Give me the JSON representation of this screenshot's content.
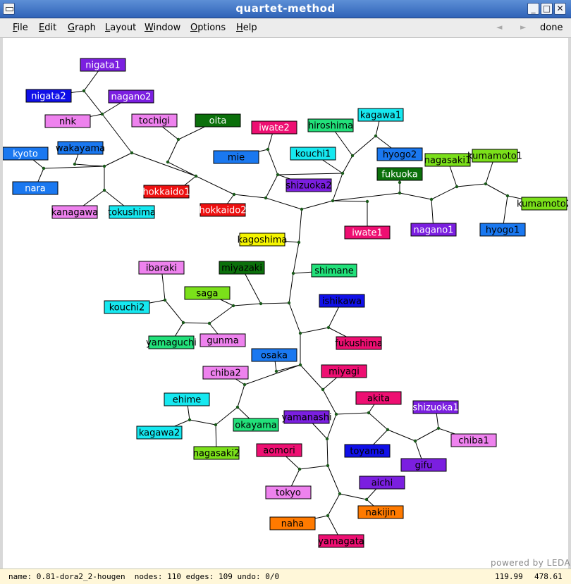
{
  "window": {
    "title": "quartet-method",
    "minimize_label": "_",
    "maximize_label": "□",
    "close_label": "✕"
  },
  "menu": {
    "items": [
      {
        "accel": "F",
        "rest": "ile"
      },
      {
        "accel": "E",
        "rest": "dit"
      },
      {
        "accel": "G",
        "rest": "raph"
      },
      {
        "accel": "L",
        "rest": "ayout"
      },
      {
        "accel": "W",
        "rest": "indow"
      },
      {
        "accel": "O",
        "rest": "ptions"
      },
      {
        "accel": "H",
        "rest": "elp"
      }
    ],
    "back_icon": "◄",
    "forward_icon": "►",
    "done_label": "done"
  },
  "graph": {
    "node_color": "#1a5a1a",
    "nodes": [
      {
        "label": "nigata1",
        "color": "#7b1fe0",
        "text": "#ffffff"
      },
      {
        "label": "nigata2",
        "color": "#1010e8",
        "text": "#ffffff"
      },
      {
        "label": "nagano2",
        "color": "#7b1fe0",
        "text": "#ffffff"
      },
      {
        "label": "nhk",
        "color": "#ee82ee",
        "text": "#000000"
      },
      {
        "label": "tochigi",
        "color": "#ee82ee",
        "text": "#000000"
      },
      {
        "label": "oita",
        "color": "#0b700b",
        "text": "#ffffff"
      },
      {
        "label": "iwate2",
        "color": "#ee0f72",
        "text": "#ffffff"
      },
      {
        "label": "hiroshima",
        "color": "#22e07a",
        "text": "#000000"
      },
      {
        "label": "kagawa1",
        "color": "#16e8f0",
        "text": "#000000"
      },
      {
        "label": "kyoto",
        "color": "#1a78f0",
        "text": "#ffffff"
      },
      {
        "label": "wakayama",
        "color": "#1a78f0",
        "text": "#000000"
      },
      {
        "label": "mie",
        "color": "#1a78f0",
        "text": "#000000"
      },
      {
        "label": "kouchi1",
        "color": "#16e8f0",
        "text": "#000000"
      },
      {
        "label": "hyogo2",
        "color": "#1a78f0",
        "text": "#000000"
      },
      {
        "label": "nagasaki1",
        "color": "#7be01a",
        "text": "#000000"
      },
      {
        "label": "kumamoto1",
        "color": "#7be01a",
        "text": "#000000"
      },
      {
        "label": "nara",
        "color": "#1a78f0",
        "text": "#ffffff"
      },
      {
        "label": "fukuoka",
        "color": "#0b700b",
        "text": "#ffffff"
      },
      {
        "label": "hokkaido1",
        "color": "#ee1010",
        "text": "#ffffff"
      },
      {
        "label": "shizuoka2",
        "color": "#7b1fe0",
        "text": "#000000"
      },
      {
        "label": "kumamoto2",
        "color": "#7be01a",
        "text": "#000000"
      },
      {
        "label": "kanagawa",
        "color": "#ee82ee",
        "text": "#000000"
      },
      {
        "label": "tokushima",
        "color": "#16e8f0",
        "text": "#000000"
      },
      {
        "label": "hokkaido2",
        "color": "#ee1010",
        "text": "#ffffff"
      },
      {
        "label": "iwate1",
        "color": "#ee0f72",
        "text": "#ffffff"
      },
      {
        "label": "nagano1",
        "color": "#7b1fe0",
        "text": "#ffffff"
      },
      {
        "label": "hyogo1",
        "color": "#1a78f0",
        "text": "#000000"
      },
      {
        "label": "kagoshima",
        "color": "#f5f500",
        "text": "#000000"
      },
      {
        "label": "ibaraki",
        "color": "#ee82ee",
        "text": "#000000"
      },
      {
        "label": "miyazaki",
        "color": "#0b700b",
        "text": "#000000"
      },
      {
        "label": "shimane",
        "color": "#22e07a",
        "text": "#000000"
      },
      {
        "label": "saga",
        "color": "#7be01a",
        "text": "#000000"
      },
      {
        "label": "ishikawa",
        "color": "#1010e8",
        "text": "#000000"
      },
      {
        "label": "kouchi2",
        "color": "#16e8f0",
        "text": "#000000"
      },
      {
        "label": "yamaguchi",
        "color": "#22e07a",
        "text": "#000000"
      },
      {
        "label": "gunma",
        "color": "#ee82ee",
        "text": "#000000"
      },
      {
        "label": "fukushima",
        "color": "#ee0f72",
        "text": "#000000"
      },
      {
        "label": "osaka",
        "color": "#1a78f0",
        "text": "#000000"
      },
      {
        "label": "chiba2",
        "color": "#ee82ee",
        "text": "#000000"
      },
      {
        "label": "miyagi",
        "color": "#ee0f72",
        "text": "#000000"
      },
      {
        "label": "ehime",
        "color": "#16e8f0",
        "text": "#000000"
      },
      {
        "label": "akita",
        "color": "#ee0f72",
        "text": "#000000"
      },
      {
        "label": "shizuoka1",
        "color": "#7b1fe0",
        "text": "#ffffff"
      },
      {
        "label": "yamanashi",
        "color": "#7b1fe0",
        "text": "#000000"
      },
      {
        "label": "okayama",
        "color": "#22e07a",
        "text": "#000000"
      },
      {
        "label": "kagawa2",
        "color": "#16e8f0",
        "text": "#000000"
      },
      {
        "label": "chiba1",
        "color": "#ee82ee",
        "text": "#000000"
      },
      {
        "label": "toyama",
        "color": "#1010e8",
        "text": "#000000"
      },
      {
        "label": "nagasaki2",
        "color": "#7be01a",
        "text": "#000000"
      },
      {
        "label": "aomori",
        "color": "#ee0f72",
        "text": "#000000"
      },
      {
        "label": "gifu",
        "color": "#7b1fe0",
        "text": "#000000"
      },
      {
        "label": "aichi",
        "color": "#7b1fe0",
        "text": "#000000"
      },
      {
        "label": "tokyo",
        "color": "#ee82ee",
        "text": "#000000"
      },
      {
        "label": "nakijin",
        "color": "#ff7a00",
        "text": "#000000"
      },
      {
        "label": "naha",
        "color": "#ff7a00",
        "text": "#000000"
      },
      {
        "label": "yamagata",
        "color": "#ee0f72",
        "text": "#000000"
      }
    ]
  },
  "watermark": "powered by LEDA",
  "status": {
    "text": "name: 0.81-dora2_2-hougen  nodes: 110 edges: 109 undo: 0/0",
    "x": "119.99",
    "y": "478.61"
  }
}
